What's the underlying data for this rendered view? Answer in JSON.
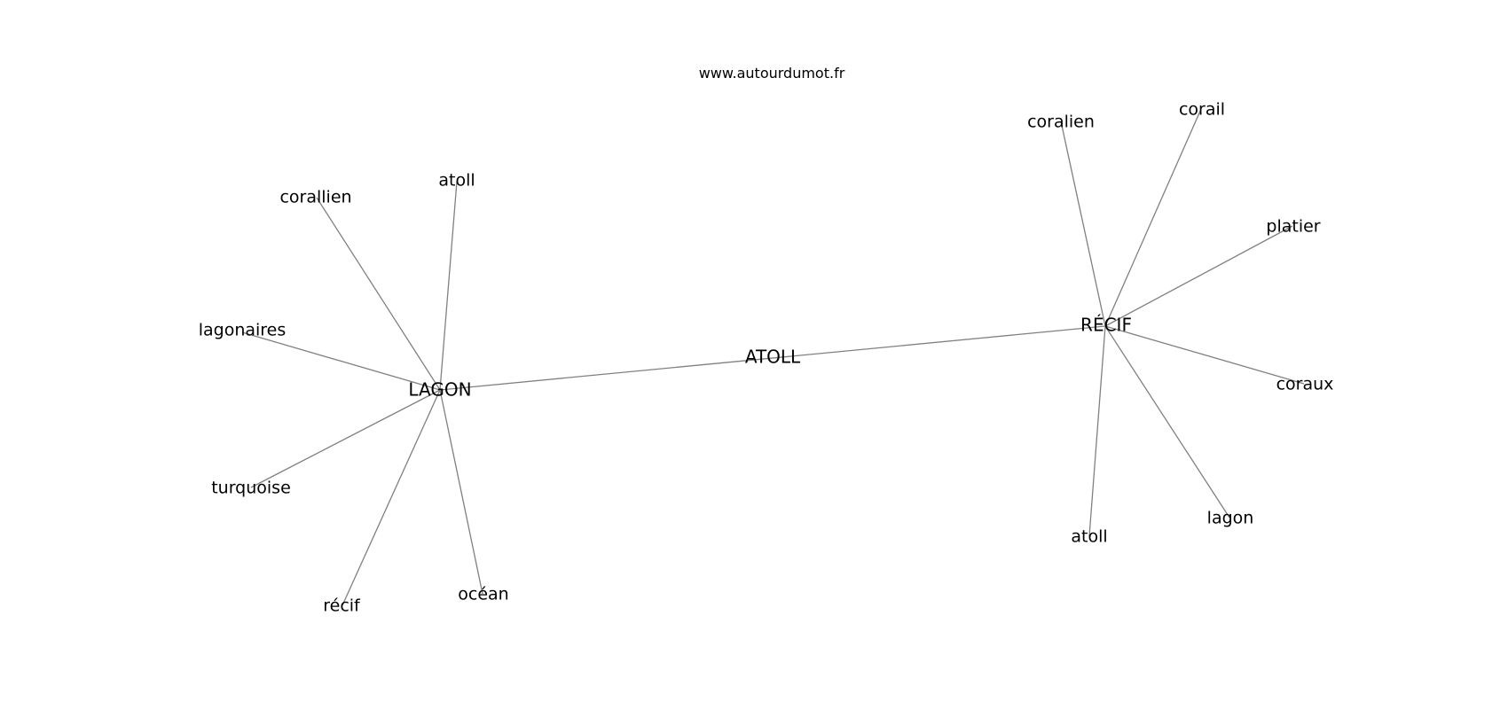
{
  "source": "www.autourdumot.fr",
  "graph": {
    "center": "ATOLL",
    "hubs": [
      {
        "label": "LAGON",
        "neighbors": [
          "corallien",
          "atoll",
          "lagonaires",
          "turquoise",
          "récif",
          "océan"
        ]
      },
      {
        "label": "RÉCIF",
        "neighbors": [
          "coralien",
          "corail",
          "platier",
          "coraux",
          "lagon",
          "atoll"
        ]
      }
    ]
  }
}
